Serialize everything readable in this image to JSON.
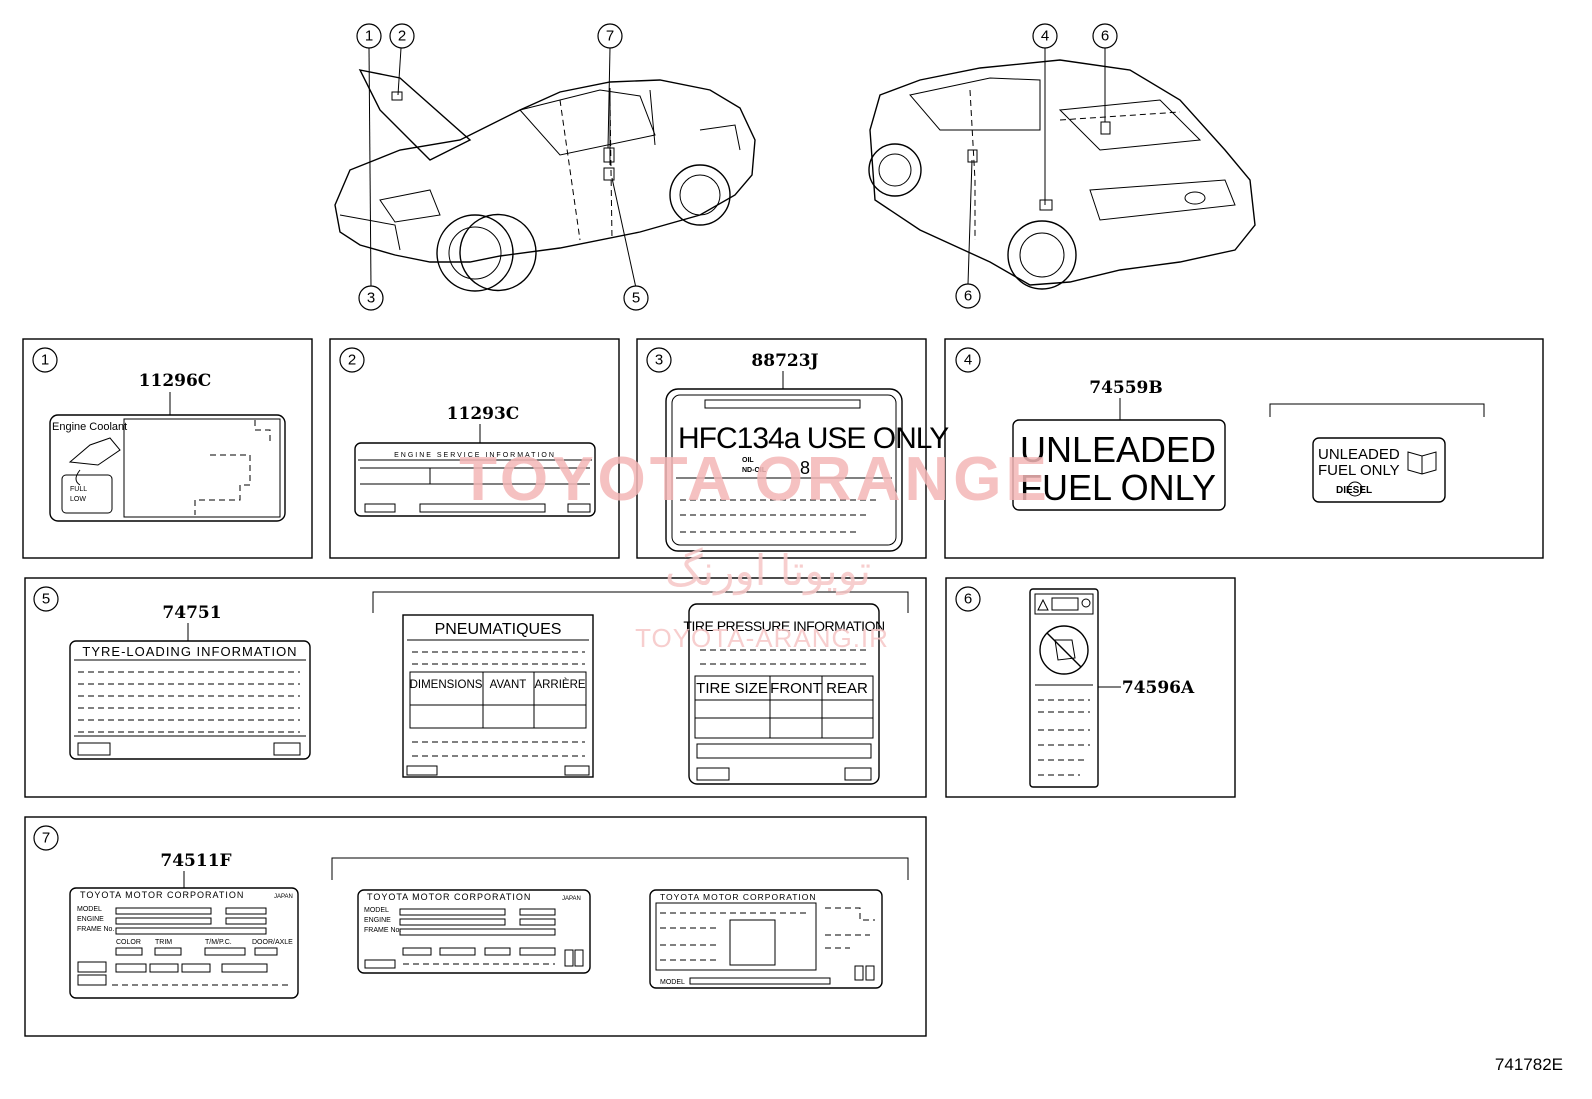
{
  "callouts": [
    "1",
    "2",
    "3",
    "4",
    "5",
    "6",
    "7"
  ],
  "car_callouts_front": [
    "1",
    "2",
    "7",
    "3",
    "5"
  ],
  "car_callouts_rear": [
    "4",
    "6",
    "6"
  ],
  "panels": {
    "p1": {
      "num": "1",
      "part": "11296C",
      "label_lines": [
        "Engine Coolant"
      ],
      "legend": [
        "FULL",
        "LOW"
      ]
    },
    "p2": {
      "num": "2",
      "part": "11293C",
      "header": "ENGINE  SERVICE  INFORMATION"
    },
    "p3": {
      "num": "3",
      "part": "88723J",
      "line1": "HFC134a USE ONLY",
      "oil_a": "OIL",
      "oil_b": "ND-OIL",
      "oil_num": "8"
    },
    "p4": {
      "num": "4",
      "part": "74559B",
      "big_l1": "UNLEADED",
      "big_l2": "FUEL ONLY",
      "small_l1": "UNLEADED",
      "small_l2": "FUEL ONLY",
      "small_l3": "DIESEL"
    },
    "p5": {
      "num": "5",
      "part": "74751",
      "tyre_title": "TYRE-LOADING  INFORMATION",
      "pneu_title": "PNEUMATIQUES",
      "pneu_cols": [
        "DIMENSIONS",
        "AVANT",
        "ARRIÈRE"
      ],
      "tire_title": "TIRE PRESSURE INFORMATION",
      "tire_cols": [
        "TIRE SIZE",
        "FRONT",
        "REAR"
      ]
    },
    "p6": {
      "num": "6",
      "part": "74596A"
    },
    "p7": {
      "num": "7",
      "part": "74511F",
      "l1_title": "TOYOTA MOTOR CORPORATION",
      "l1_small": "JAPAN",
      "l1_rows": [
        "MODEL",
        "ENGINE",
        "FRAME No."
      ],
      "l1_cols": [
        "COLOR",
        "TRIM",
        "T/M/P.C.",
        "DOOR/AXLE"
      ],
      "l2_title": "TOYOTA MOTOR CORPORATION",
      "l2_small": "JAPAN",
      "l2_rows": [
        "MODEL",
        "ENGINE",
        "FRAME No."
      ],
      "l3_title": "TOYOTA MOTOR CORPORATION",
      "l3_footer": "MODEL"
    }
  },
  "watermark": {
    "en": "TOYOTA ORANGE",
    "ar": "تويوتا اورنگ",
    "url": "TOYOTA-ARANG.IR"
  },
  "figure_code": "741782E"
}
